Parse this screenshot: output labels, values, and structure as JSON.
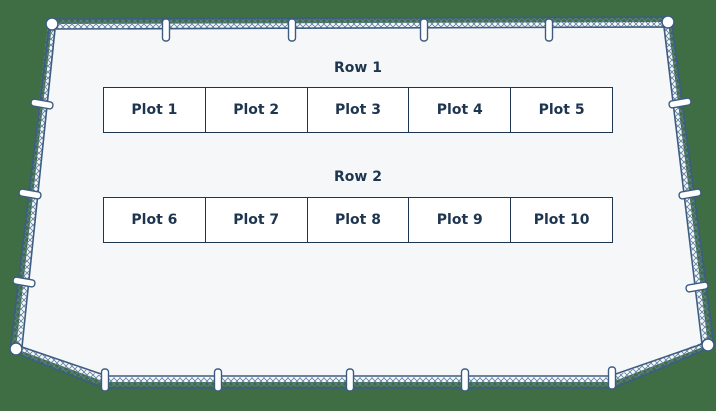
{
  "colors": {
    "background": "#3f6e45",
    "field": "#f6f7f9",
    "fence": "#3d5d80",
    "text": "#1e3550"
  },
  "rows": [
    {
      "label": "Row 1",
      "plots": [
        "Plot 1",
        "Plot 2",
        "Plot 3",
        "Plot 4",
        "Plot 5"
      ]
    },
    {
      "label": "Row 2",
      "plots": [
        "Plot 6",
        "Plot 7",
        "Plot 8",
        "Plot 9",
        "Plot 10"
      ]
    }
  ]
}
